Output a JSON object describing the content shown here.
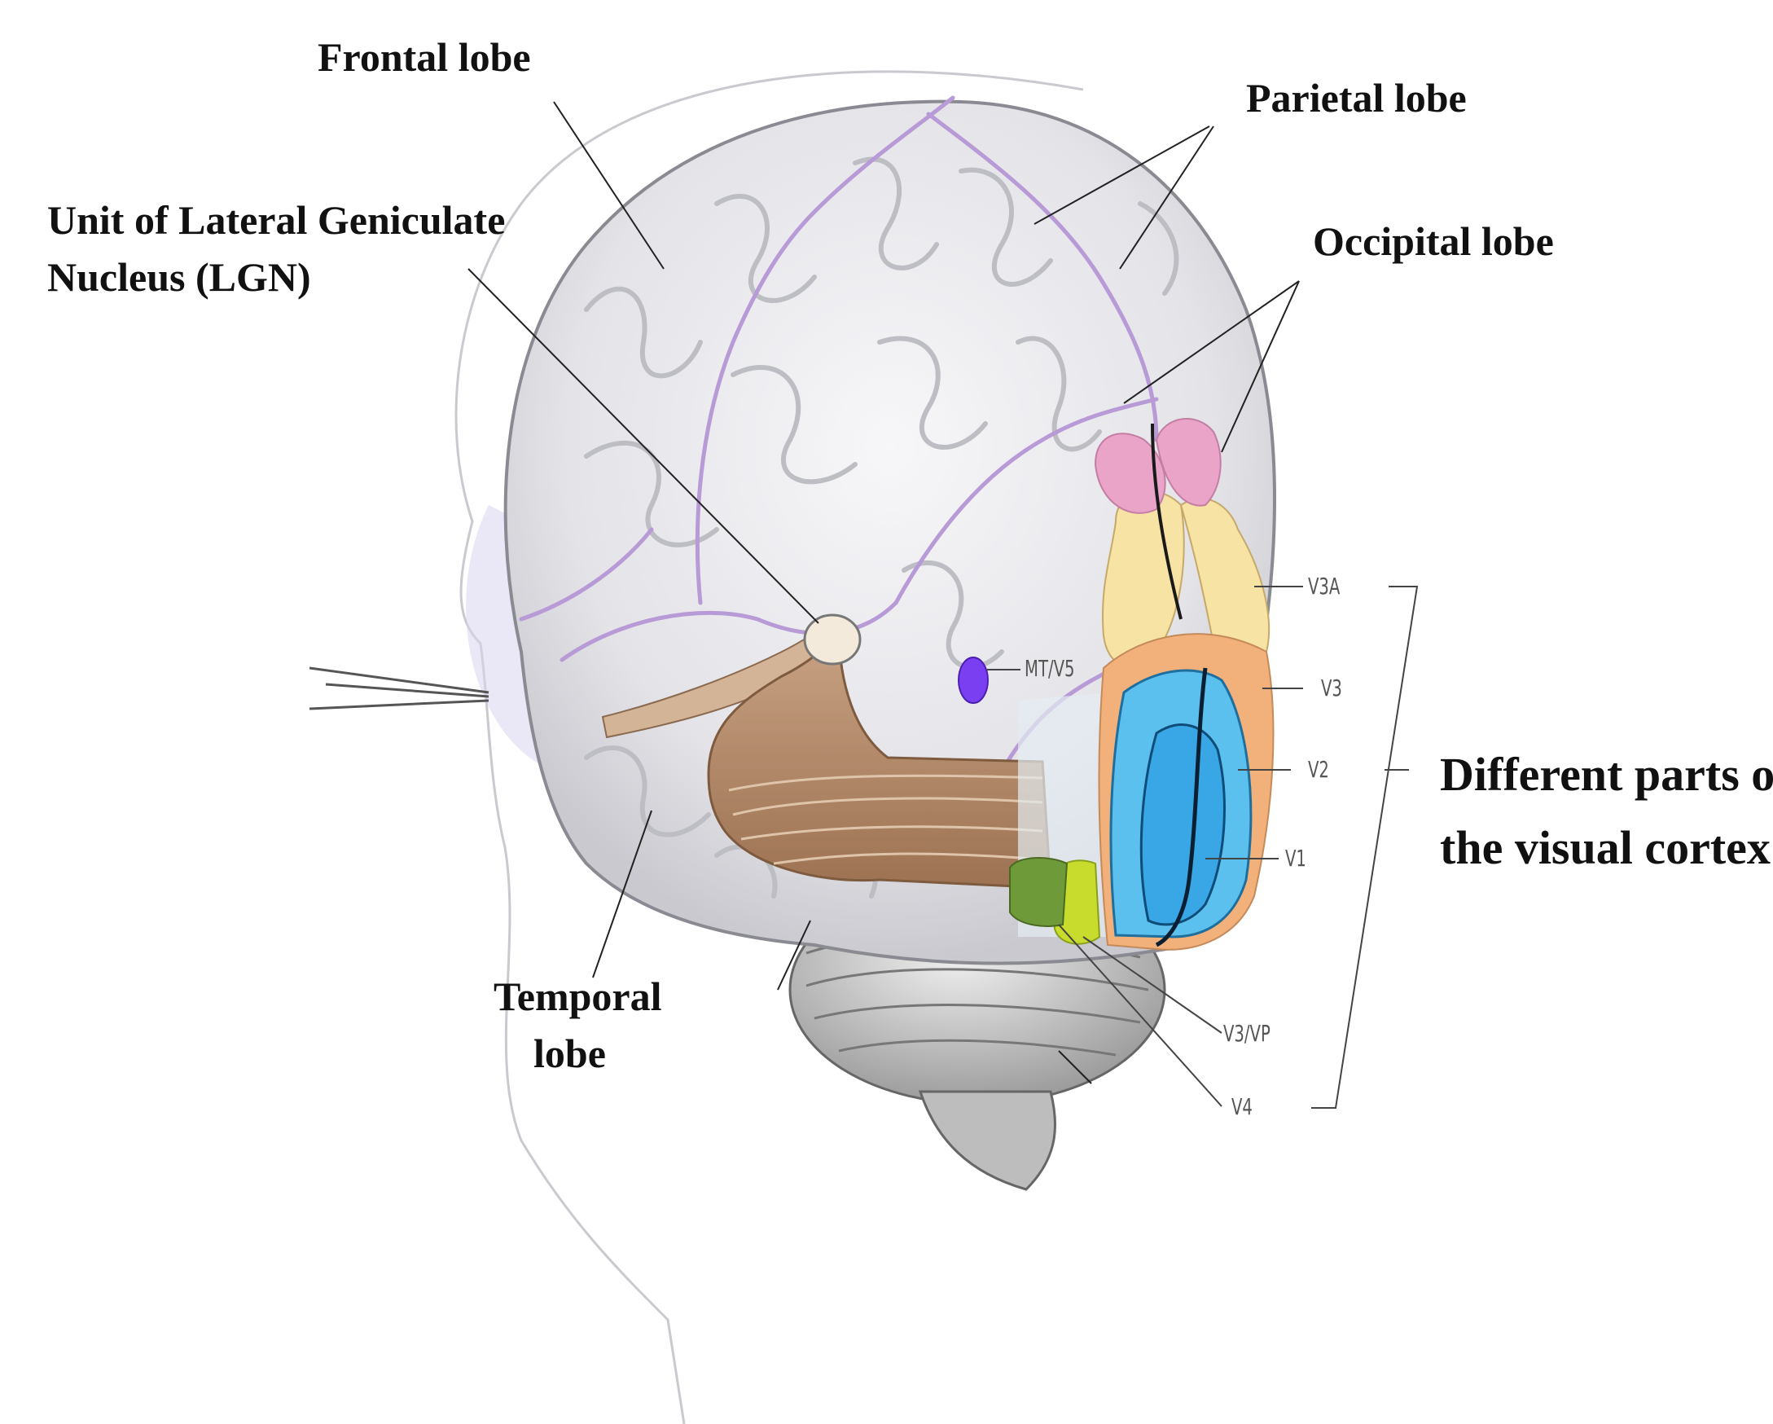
{
  "labels": {
    "frontal": "Frontal lobe",
    "parietal": "Parietal lobe",
    "occipital": "Occipital lobe",
    "lgn_line1": "Unit of Lateral Geniculate",
    "lgn_line2": "Nucleus (LGN)",
    "temporal_line1": "Temporal",
    "temporal_line2": "lobe",
    "visual_line1": "Different parts of",
    "visual_line2": "the visual cortex"
  },
  "areas": {
    "mt": "MT/V5",
    "v3a": "V3A",
    "v3": "V3",
    "v2": "V2",
    "v1": "V1",
    "v3vp": "V3/VP",
    "v4": "V4"
  },
  "colors": {
    "v1": "#39a7e6",
    "v2": "#5cc0ef",
    "v3": "#f2b07a",
    "v3a": "#f7e3a3",
    "pink": "#e9a4c8",
    "mt": "#7b3ff2",
    "v4": "#6f9a3a",
    "v3vp": "#c7dc2c",
    "vessel": "#b79ad6",
    "brain": "#e9e9ed",
    "radiation": "#b88a66"
  }
}
